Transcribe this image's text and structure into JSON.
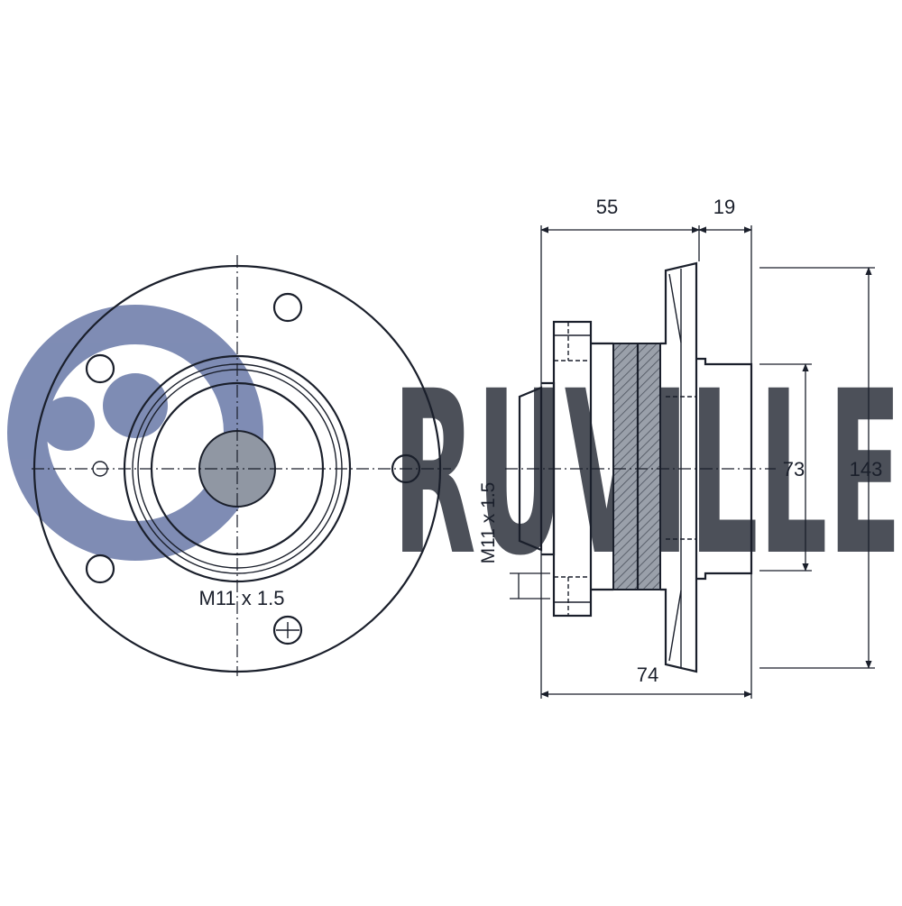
{
  "watermark": {
    "text": "RUVILLE",
    "color": "#5b6c9f"
  },
  "front_view": {
    "thread_label": "M11 x 1.5"
  },
  "side_view": {
    "thread_label": "M11 x 1.5",
    "dimensions": {
      "hub_length": "55",
      "flange_offset": "19",
      "total_length": "74",
      "pilot_diameter": "73",
      "flange_diameter": "143"
    }
  },
  "colors": {
    "line": "#1a1f2b",
    "hatch_fill": "#8a8f9a",
    "bolt_fill": "#9097a3"
  }
}
